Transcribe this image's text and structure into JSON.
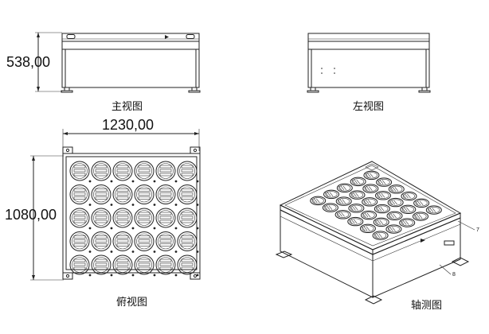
{
  "views": {
    "front": {
      "caption": "主视图",
      "dimension": "538,00"
    },
    "left": {
      "caption": "左视图"
    },
    "top": {
      "caption": "俯视图",
      "width_dimension": "1230,00",
      "height_dimension": "1080,00"
    },
    "iso": {
      "caption": "轴测图",
      "callouts": [
        "7",
        "8"
      ]
    }
  },
  "grid": {
    "rows": 5,
    "cols": 6
  }
}
